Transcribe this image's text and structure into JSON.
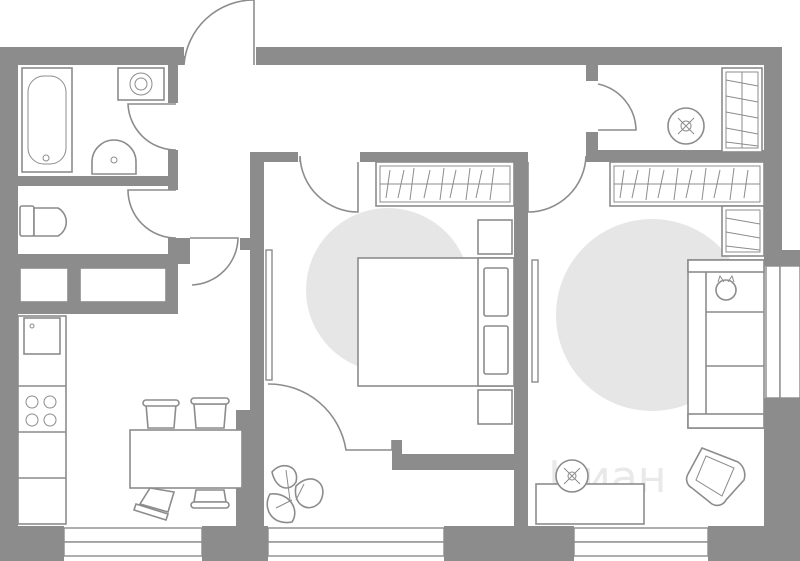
{
  "plan": {
    "watermark": "Циан",
    "wall_color": "#8c8c8c",
    "background": "#ffffff",
    "highlight_color": "#e6e6e6",
    "rooms": [
      "bathroom",
      "toilet",
      "hallway",
      "kitchen-dining",
      "bedroom",
      "living-room",
      "wardrobe-room"
    ],
    "icons": [
      "bathtub-icon",
      "washing-machine-icon",
      "sink-icon",
      "toilet-icon",
      "stove-icon",
      "double-bed-icon",
      "sofa-icon",
      "armchair-icon",
      "plant-icon",
      "cat-icon",
      "lamp-icon"
    ]
  }
}
